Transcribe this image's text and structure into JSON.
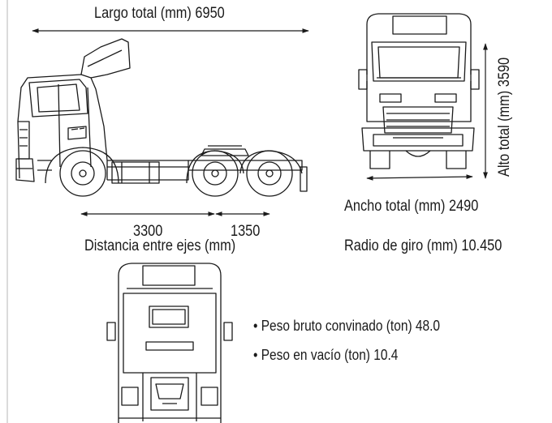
{
  "dimensions": {
    "length_label": "Largo total (mm) 6950",
    "height_label": "Alto total (mm) 3590",
    "width_label": "Ancho total (mm) 2490",
    "wheelbase_front": "3300",
    "wheelbase_rear": "1350",
    "wheelbase_label": "Distancia entre ejes (mm)",
    "turning_radius_label": "Radio de giro (mm) 10.450"
  },
  "specs": [
    "• Peso bruto convinado (ton) 48.0",
    "• Peso en vacío (ton) 10.4"
  ],
  "colors": {
    "line": "#1a1a1a",
    "frame": "#cfcfcf",
    "background": "#ffffff"
  }
}
